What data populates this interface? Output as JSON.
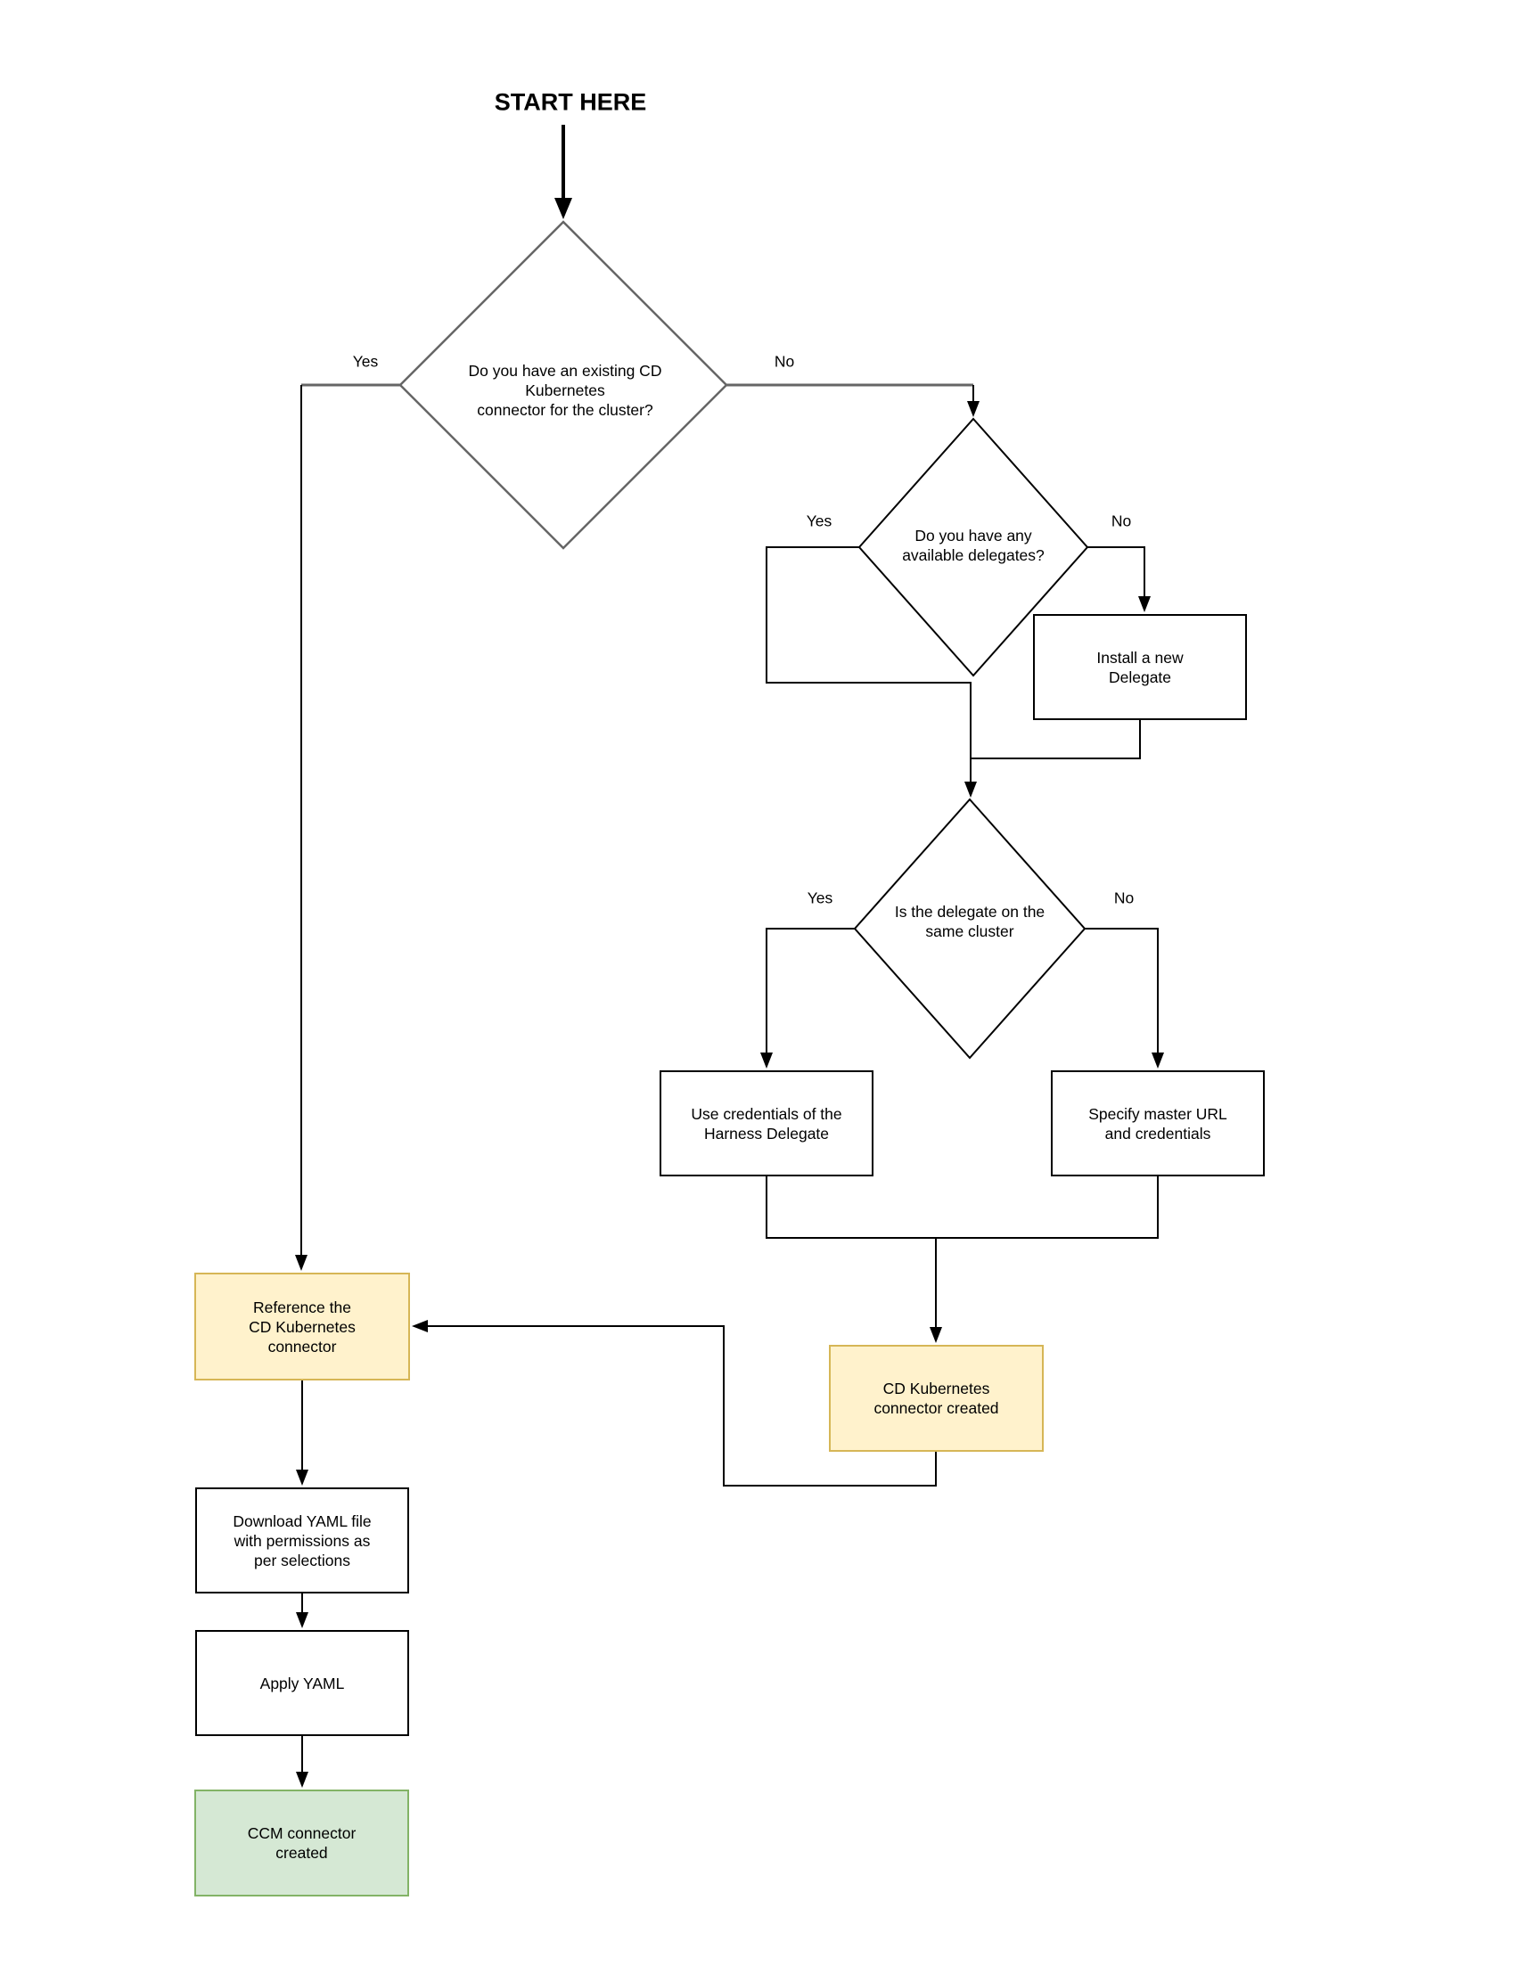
{
  "flowchart": {
    "start_label": "START HERE",
    "decisions": {
      "existing_cd_connector": {
        "text": "Do you have an existing CD\nKubernetes\nconnector for the cluster?",
        "yes_label": "Yes",
        "no_label": "No"
      },
      "available_delegates": {
        "text": "Do you have any\navailable delegates?",
        "yes_label": "Yes",
        "no_label": "No"
      },
      "delegate_same_cluster": {
        "text": "Is the delegate on the\nsame cluster",
        "yes_label": "Yes",
        "no_label": "No"
      }
    },
    "steps": {
      "install_delegate": "Install a new\nDelegate",
      "use_delegate_credentials": "Use credentials of the\nHarness Delegate",
      "specify_master_url": "Specify master URL\nand credentials",
      "cd_connector_created": "CD Kubernetes\nconnector created",
      "reference_connector": "Reference the\nCD Kubernetes\nconnector",
      "download_yaml": "Download YAML file\nwith permissions as\nper selections",
      "apply_yaml": "Apply YAML",
      "ccm_connector_created": "CCM connector\ncreated"
    },
    "colors": {
      "background": "#ffffff",
      "connector": "#000000",
      "decision_one_stroke": "#666666",
      "process_fill": "#ffffff",
      "process_stroke": "#000000",
      "highlight_fill": "#fff2cc",
      "highlight_stroke": "#d6b656",
      "success_fill": "#d5e8d4",
      "success_stroke": "#82b366",
      "text": "#000000"
    }
  }
}
